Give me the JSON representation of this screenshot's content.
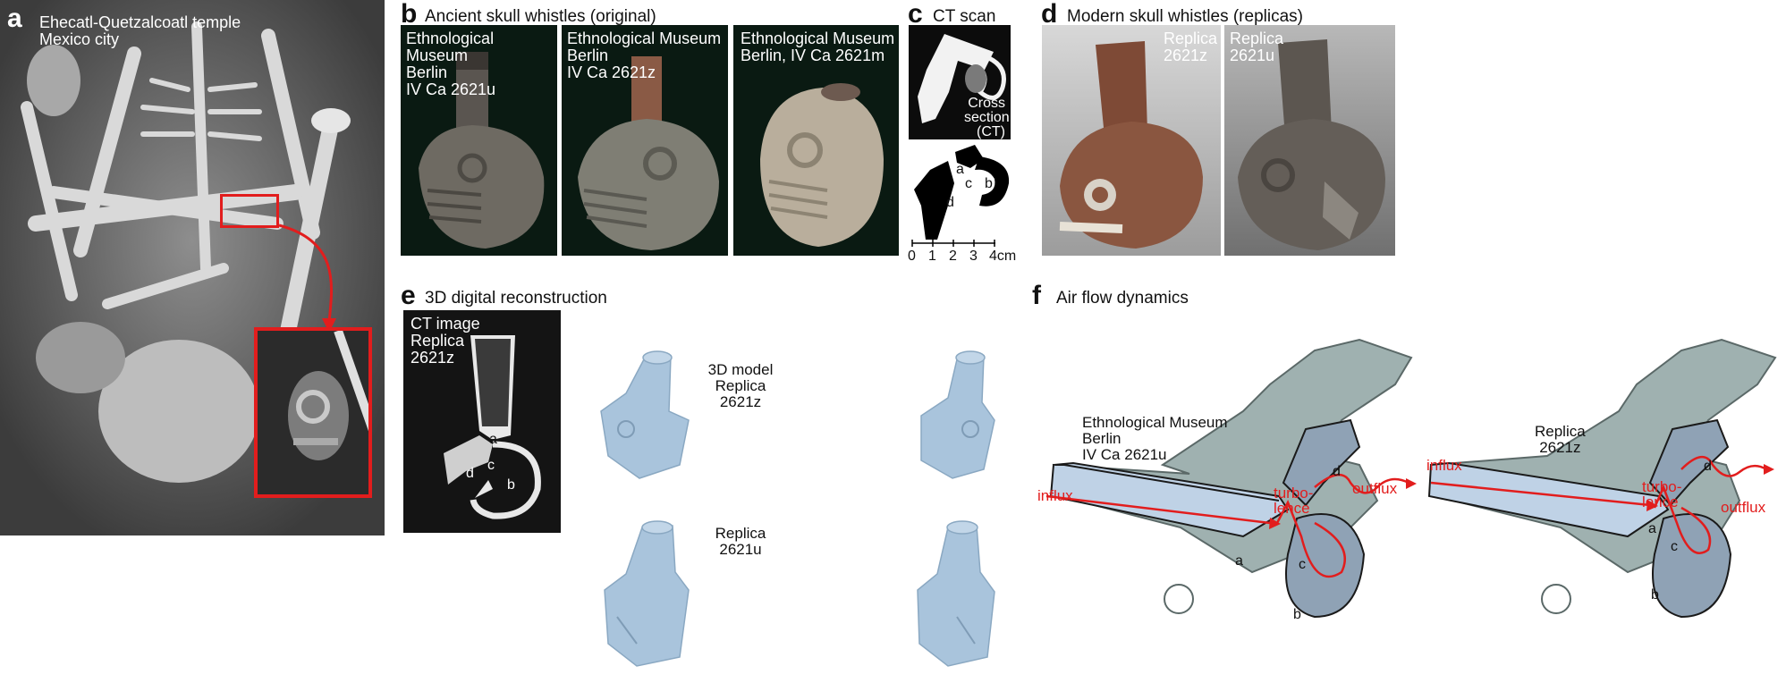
{
  "panel_a": {
    "letter": "a",
    "caption": "Ehecatl-Quetzalcoatl temple\nMexico city"
  },
  "panel_b": {
    "letter": "b",
    "title": "Ancient skull whistles (original)",
    "photos": [
      {
        "caption": "Ethnological Museum\nBerlin\nIV Ca 2621u"
      },
      {
        "caption": "Ethnological Museum\nBerlin\nIV Ca 2621z"
      },
      {
        "caption": "Ethnological Museum\nBerlin, IV Ca 2621m"
      }
    ]
  },
  "panel_c": {
    "letter": "c",
    "title": "CT scan",
    "ct_caption": "Cross\nsection\n(CT)",
    "segments": [
      "a",
      "b",
      "c",
      "d"
    ],
    "scale_ticks": [
      "0",
      "1",
      "2",
      "3",
      "4cm"
    ]
  },
  "panel_d": {
    "letter": "d",
    "title": "Modern skull whistles (replicas)",
    "photos": [
      {
        "caption": "Replica\n2621z"
      },
      {
        "caption": "Replica\n2621u"
      }
    ]
  },
  "panel_e": {
    "letter": "e",
    "title": "3D digital reconstruction",
    "ct_caption": "CT image\nReplica\n2621z",
    "segments": [
      "a",
      "b",
      "c",
      "d"
    ],
    "model_top_caption": "3D model\nReplica\n2621z",
    "model_bottom_caption": "Replica\n2621u"
  },
  "panel_f": {
    "letter": "f",
    "title": "Air flow dynamics",
    "left": {
      "caption": "Ethnological Museum\nBerlin\nIV Ca 2621u",
      "influx": "influx",
      "turbulence": "turbo-\nlence",
      "outflux": "outflux",
      "segments": [
        "a",
        "b",
        "c",
        "d"
      ]
    },
    "right": {
      "caption": "Replica\n2621z",
      "influx": "influx",
      "turbulence": "turbo-\nlence",
      "outflux": "outflux",
      "segments": [
        "a",
        "b",
        "c",
        "d"
      ]
    }
  },
  "colors": {
    "annotation_red": "#e21d1d",
    "model_blue": "#a9c4dc",
    "model_gray": "#9fb1b0"
  }
}
